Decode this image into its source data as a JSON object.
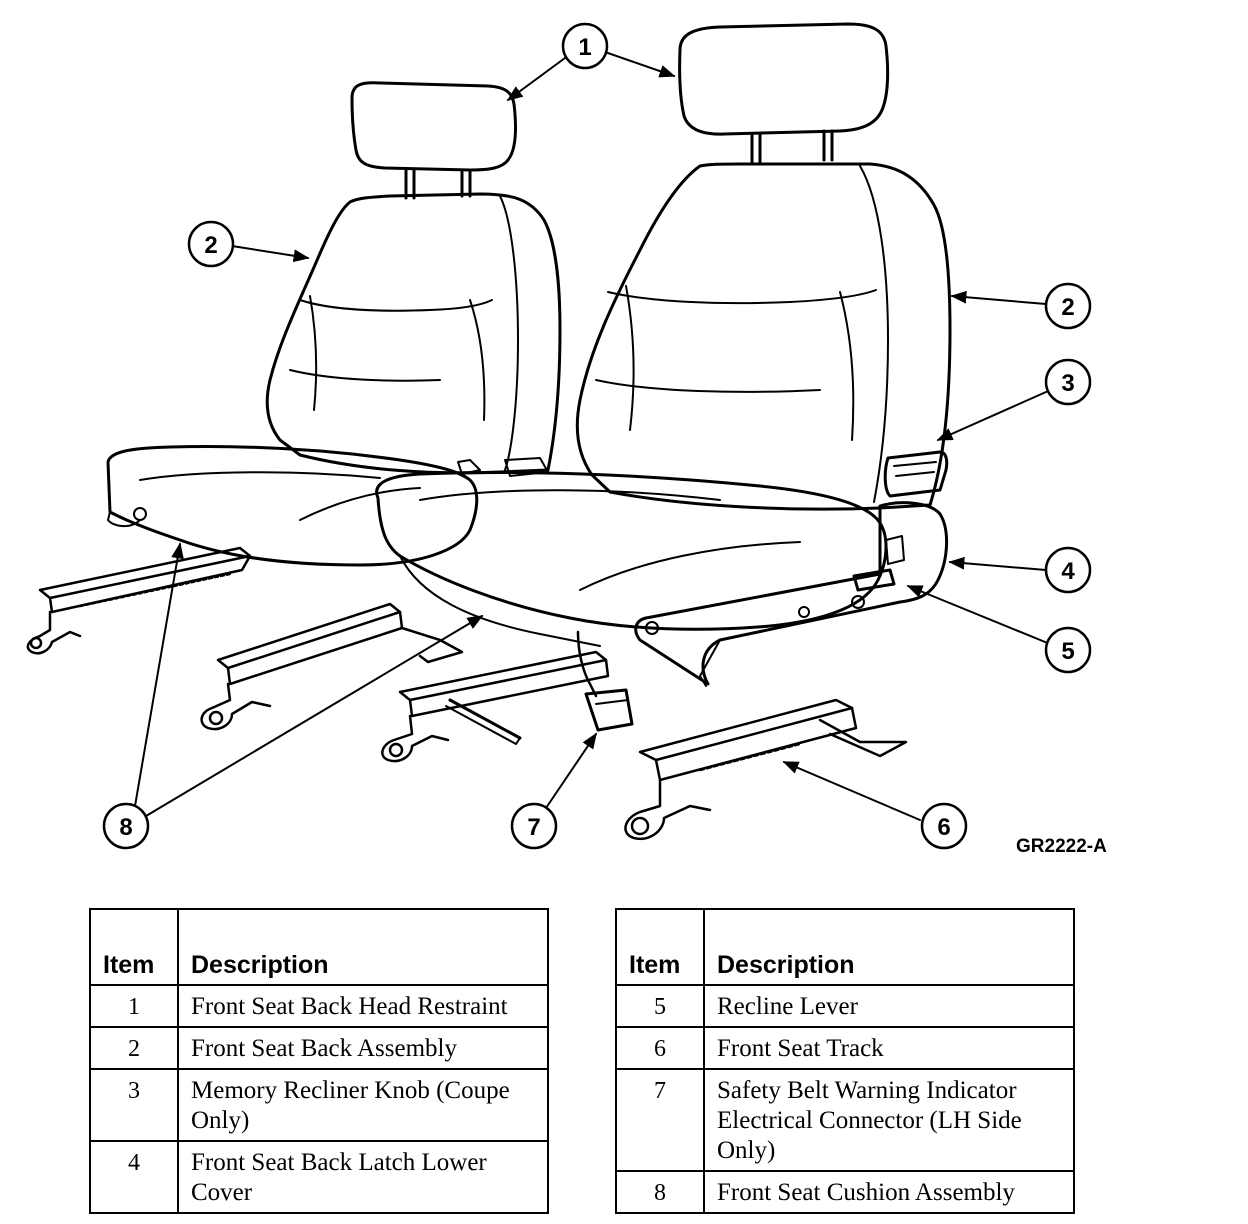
{
  "figure": {
    "code": "GR2222-A",
    "callouts": [
      "1",
      "1",
      "2",
      "2",
      "3",
      "4",
      "5",
      "6",
      "7",
      "8",
      "8"
    ]
  },
  "legend_tables": [
    {
      "header": {
        "item": "Item",
        "description": "Description"
      },
      "rows": [
        {
          "item": "1",
          "description": "Front Seat Back Head Restraint"
        },
        {
          "item": "2",
          "description": "Front Seat Back Assembly"
        },
        {
          "item": "3",
          "description": "Memory Recliner Knob (Coupe Only)"
        },
        {
          "item": "4",
          "description": "Front Seat Back Latch Lower Cover"
        }
      ]
    },
    {
      "header": {
        "item": "Item",
        "description": "Description"
      },
      "rows": [
        {
          "item": "5",
          "description": "Recline Lever"
        },
        {
          "item": "6",
          "description": "Front Seat Track"
        },
        {
          "item": "7",
          "description": "Safety Belt Warning Indicator Electrical Connector (LH Side Only)"
        },
        {
          "item": "8",
          "description": "Front Seat Cushion Assembly"
        }
      ]
    }
  ]
}
